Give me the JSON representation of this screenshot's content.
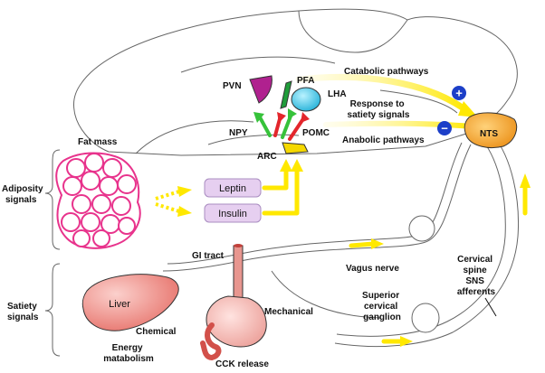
{
  "labels": {
    "catabolic": "Catabolic pathways",
    "response": [
      "Response to",
      "satiety signals"
    ],
    "anabolic": "Anabolic pathways",
    "pvn": "PVN",
    "pfa": "PFA",
    "lha": "LHA",
    "npy": "NPY",
    "pomc": "POMC",
    "arc": "ARC",
    "nts": "NTS",
    "fat_mass": "Fat mass",
    "adiposity": [
      "Adiposity",
      "signals"
    ],
    "leptin": "Leptin",
    "insulin": "Insulin",
    "gi_tract": "GI tract",
    "vagus": "Vagus nerve",
    "cervical": [
      "Cervical",
      "spine",
      "SNS",
      "afferents"
    ],
    "liver": "Liver",
    "chemical": "Chemical",
    "mechanical": "Mechanical",
    "superior": [
      "Superior",
      "cervical",
      "ganglion"
    ],
    "satiety": [
      "Satiety",
      "signals"
    ],
    "energy": [
      "Energy",
      "matabolism"
    ],
    "cck": "CCK release",
    "plus": "+",
    "minus": "−"
  },
  "colors": {
    "arrow_yellow": "#ffe800",
    "pvn_purple": "#b0218f",
    "lha_cyan": "#18c7e8",
    "pfa_green": "#1f9d3a",
    "nts_orange": "#f59a1e",
    "arc_yellow": "#f5d800",
    "fat_pink": "#e8338c",
    "liver_red": "#e8706a",
    "signal_box": "#e6cff0",
    "sign_blue": "#1c3fc8",
    "green_arrow": "#36c23a",
    "red_arrow": "#e3262c"
  }
}
